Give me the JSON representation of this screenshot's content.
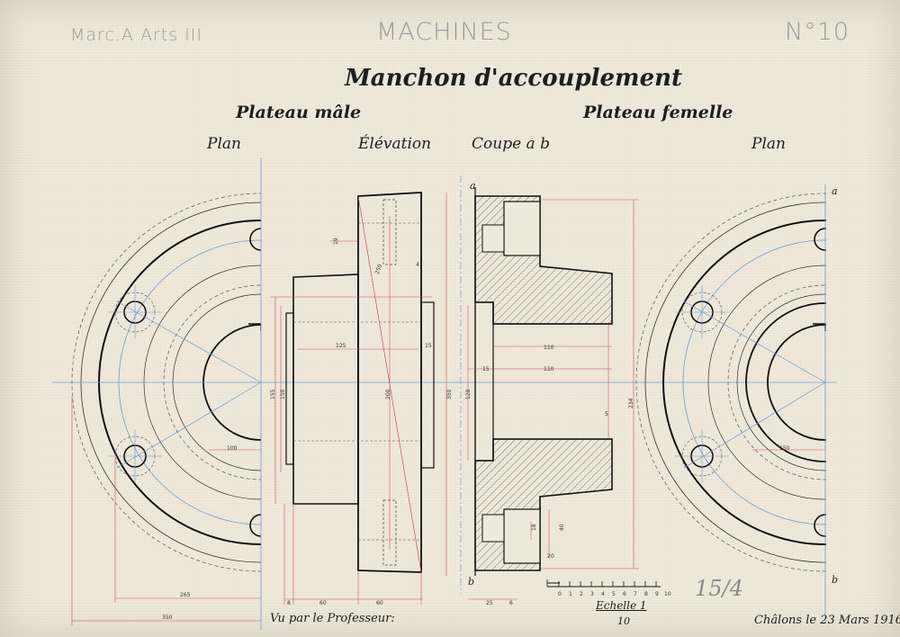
{
  "header": {
    "left": "Marc.A Arts III",
    "center": "MACHINES",
    "right": "N°10"
  },
  "title": "Manchon d'accouplement",
  "subtitles": {
    "male": "Plateau mâle",
    "female": "Plateau femelle"
  },
  "views": {
    "plan_left": "Plan",
    "elevation": "Élévation",
    "section": "Coupe a b",
    "plan_right": "Plan"
  },
  "section_marks": {
    "a": "a",
    "b": "b"
  },
  "footer": {
    "professor": "Vu par le Professeur:",
    "scale_label": "Echelle 1",
    "scale_den": "10",
    "place_date": "Châlons le 23 Mars 1916",
    "signature": "15/4"
  },
  "scale_ticks": [
    "0",
    "1",
    "2",
    "3",
    "4",
    "5",
    "6",
    "7",
    "8",
    "9",
    "10"
  ],
  "dimensions": {
    "d19": "19",
    "d4": "4",
    "d125": "125",
    "d15a": "15",
    "d155": "155",
    "d150a": "150",
    "d200": "200",
    "d350a": "350",
    "d110a": "110",
    "d110b": "110",
    "d15b": "15",
    "d5": "5",
    "d250": "250",
    "d100": "100",
    "d150b": "150",
    "d18": "18",
    "d40": "40",
    "d265": "265",
    "d350b": "350",
    "d60a": "60",
    "d60b": "60",
    "d8": "8",
    "d25": "25",
    "d6": "6",
    "d128": "128",
    "d20": "20",
    "d234": "234"
  },
  "colors": {
    "paper": "#efe9dc",
    "ink": "#1a1a1a",
    "blue_axis": "#6f9cc8",
    "red_dim": "#c8525a",
    "stencil": "#9a9a9a"
  }
}
